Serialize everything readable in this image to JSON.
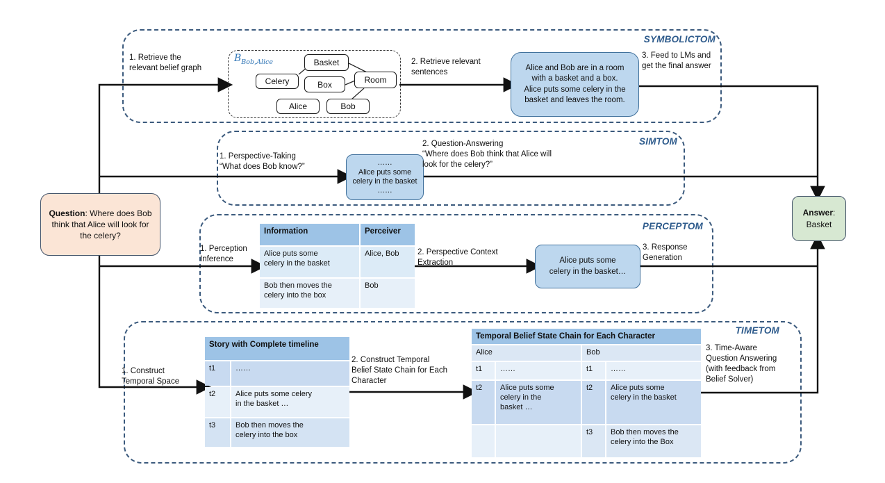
{
  "question": {
    "label": "Question",
    "rest": ": Where does Bob think that Alice will look for the celery?"
  },
  "answer": {
    "label": "Answer",
    "colon": ":",
    "value": "Basket"
  },
  "colors": {
    "section_border": "#3b5a7d",
    "method_label": "#2e5b8c",
    "blue_box_fill": "#bdd7ee",
    "blue_box_border": "#41719c",
    "question_fill": "#fbe5d6",
    "answer_fill": "#d7e8d2",
    "qa_border": "#44546a",
    "table_header": "#9dc3e6",
    "arrow": "#111111",
    "belief_symbol": "#2e74b5"
  },
  "symbolictom": {
    "label": "SYMBOLICTOM",
    "step1": "1. Retrieve the\nrelevant belief graph",
    "step2": "2. Retrieve relevant\nsentences",
    "step3": "3. Feed to LMs and\nget the final answer",
    "graph": {
      "symbol": "B",
      "symbol_sub": "Bob,Alice",
      "nodes": {
        "basket": "Basket",
        "celery": "Celery",
        "box": "Box",
        "room": "Room",
        "alice": "Alice",
        "bob": "Bob"
      }
    },
    "box": "Alice and Bob are in a room\nwith a basket and a box.\nAlice puts some celery in the\nbasket and leaves the room."
  },
  "simtom": {
    "label": "SIMTOM",
    "step1": "1. Perspective-Taking\n“What does Bob know?”",
    "box": "……\nAlice puts some\ncelery in the basket\n……",
    "step2": "2. Question-Answering\n“Where does Bob think that Alice will\nlook for the celery?”"
  },
  "perceptom": {
    "label": "PERCEPTOM",
    "step1": "1. Perception\nInference",
    "step2": "2. Perspective Context\nExtraction",
    "step3": "3. Response\nGeneration",
    "box": "Alice puts some\ncelery in the basket…",
    "table": {
      "headers": [
        "Information",
        "Perceiver"
      ],
      "rows": [
        [
          "Alice puts some\ncelery in the basket",
          "Alice, Bob"
        ],
        [
          "Bob then moves the\ncelery into the box",
          "Bob"
        ]
      ]
    }
  },
  "timetom": {
    "label": "TIMETOM",
    "step1": "1. Construct\nTemporal Space",
    "step2": "2. Construct Temporal\nBelief State Chain for Each\nCharacter",
    "step3": "3. Time-Aware\nQuestion Answering\n(with feedback from\nBelief Solver)",
    "story_table": {
      "title": "Story with Complete timeline",
      "rows": [
        {
          "t": "t1",
          "text": "……"
        },
        {
          "t": "t2",
          "text": "Alice puts some celery\nin the basket …"
        },
        {
          "t": "t3",
          "text": "Bob then moves the\ncelery into the box"
        }
      ]
    },
    "belief_table": {
      "title": "Temporal Belief State Chain for Each Character",
      "characters": [
        "Alice",
        "Bob"
      ],
      "alice_rows": [
        {
          "t": "t1",
          "text": "……"
        },
        {
          "t": "t2",
          "text": "Alice puts some\ncelery in the\nbasket …"
        },
        {
          "t": "",
          "text": ""
        }
      ],
      "bob_rows": [
        {
          "t": "t1",
          "text": "……"
        },
        {
          "t": "t2",
          "text": "Alice puts some\ncelery in the basket"
        },
        {
          "t": "t3",
          "text": "Bob then moves the\ncelery into the Box"
        }
      ]
    }
  }
}
